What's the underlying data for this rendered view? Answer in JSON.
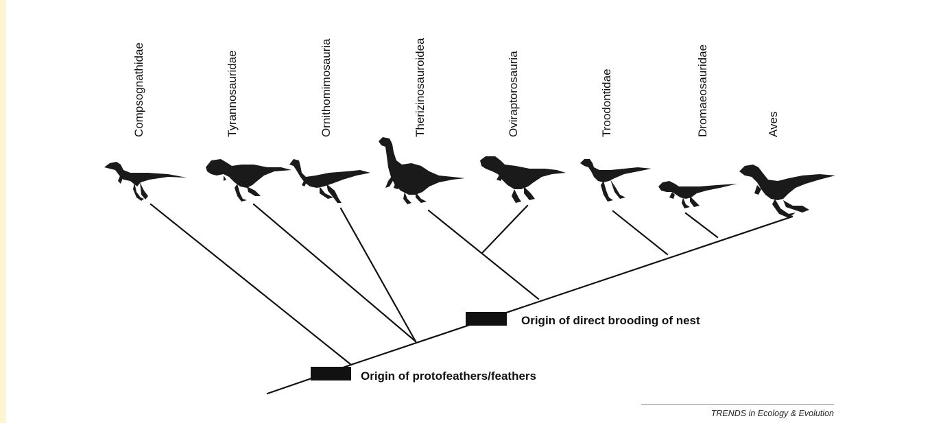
{
  "taxa": [
    {
      "label": "Compsognathidae",
      "icon": "compsognathid-silhouette-icon"
    },
    {
      "label": "Tyrannosauridae",
      "icon": "tyrannosaurid-silhouette-icon"
    },
    {
      "label": "Ornithomimosauria",
      "icon": "ornithomimosaur-silhouette-icon"
    },
    {
      "label": "Therizinosauroidea",
      "icon": "therizinosaur-silhouette-icon"
    },
    {
      "label": "Oviraptorosauria",
      "icon": "oviraptorosaur-silhouette-icon"
    },
    {
      "label": "Troodontidae",
      "icon": "troodontid-silhouette-icon"
    },
    {
      "label": "Dromaeosauridae",
      "icon": "dromaeosaurid-silhouette-icon"
    },
    {
      "label": "Aves",
      "icon": "bird-silhouette-icon"
    }
  ],
  "events": {
    "feathers": "Origin of protofeathers/feathers",
    "brooding": "Origin of direct brooding of nest"
  },
  "credit": "TRENDS in Ecology & Evolution",
  "colors": {
    "background_border": "#fdf5d3",
    "ink": "#111111"
  }
}
